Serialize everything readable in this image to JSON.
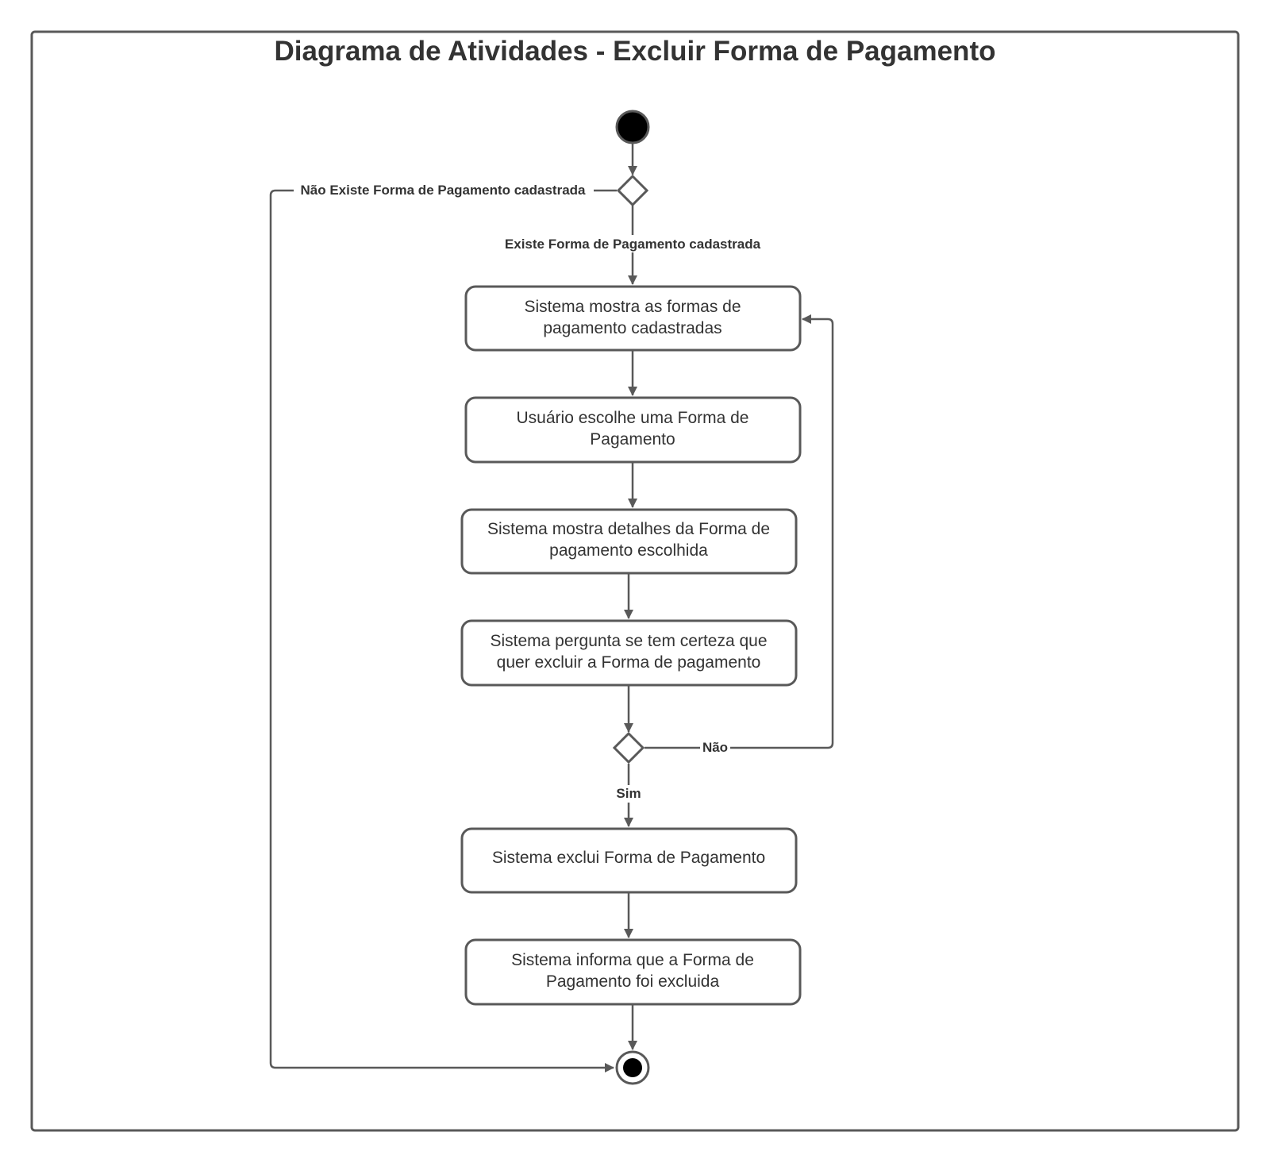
{
  "diagram": {
    "title": "Diagrama de Atividades - Excluir Forma de Pagamento",
    "colors": {
      "stroke": "#595959",
      "text": "#333333",
      "node_fill": "#000000",
      "background": "#ffffff"
    },
    "activities": [
      {
        "line1": "Sistema mostra as formas de",
        "line2": "pagamento cadastradas"
      },
      {
        "line1": "Usuário escolhe uma Forma de",
        "line2": "Pagamento"
      },
      {
        "line1": "Sistema mostra detalhes da Forma de",
        "line2": "pagamento escolhida"
      },
      {
        "line1": "Sistema pergunta se tem certeza que",
        "line2": "quer excluir a Forma de pagamento"
      },
      {
        "line1": "Sistema exclui Forma de Pagamento",
        "line2": ""
      },
      {
        "line1": "Sistema informa que a Forma de",
        "line2": "Pagamento foi excluida"
      }
    ],
    "guards": {
      "not_exists": "Não Existe Forma de Pagamento cadastrada",
      "exists": "Existe Forma de Pagamento cadastrada",
      "no": "Não",
      "yes": "Sim"
    }
  }
}
